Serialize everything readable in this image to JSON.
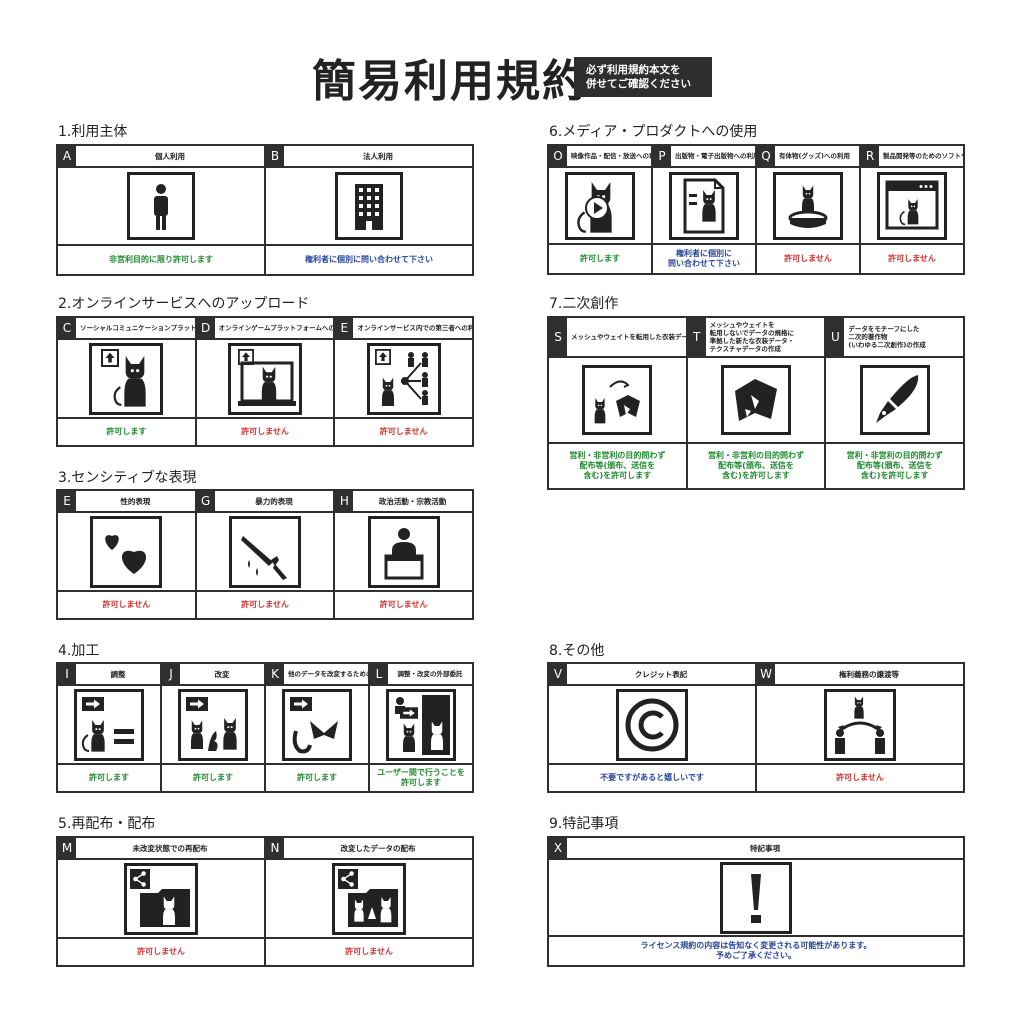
{
  "header": {
    "title": "簡易利用規約",
    "note_line1": "必ず利用規約本文を",
    "note_line2": "併せてご確認ください"
  },
  "colors": {
    "allowed": "#1e8a2e",
    "denied": "#d42f2f",
    "info": "#27459a",
    "frame": "#2f2f2f"
  },
  "sections": {
    "s1": {
      "title": "1.利用主体",
      "items": [
        {
          "letter": "A",
          "title": "個人利用",
          "icon": "person-icon",
          "status": "非営利目的に限り許可します"
        },
        {
          "letter": "B",
          "title": "法人利用",
          "icon": "building-icon",
          "status": "権利者に個別に問い合わせて下さい"
        }
      ]
    },
    "s2": {
      "title": "2.オンラインサービスへのアップロード",
      "items": [
        {
          "letter": "C",
          "title_l1": "ソーシャルコミュニケーション",
          "title_l2": "プラットフォームへのアップロード",
          "icon": "upload-cat-icon",
          "status": "許可します"
        },
        {
          "letter": "D",
          "title_l1": "オンラインゲームプラット",
          "title_l2": "フォームへのアップロード",
          "icon": "game-upload-icon",
          "status": "許可しません"
        },
        {
          "letter": "E",
          "title_l1": "オンラインサービス内での",
          "title_l2": "第三者への利用の許諾",
          "icon": "share-users-icon",
          "status": "許可しません"
        }
      ]
    },
    "s3": {
      "title": "3.センシティブな表現",
      "items": [
        {
          "letter": "E",
          "title": "性的表現",
          "icon": "hearts-icon",
          "status": "許可しません"
        },
        {
          "letter": "G",
          "title": "暴力的表現",
          "icon": "knife-icon",
          "status": "許可しません"
        },
        {
          "letter": "H",
          "title": "政治活動・宗教活動",
          "icon": "podium-icon",
          "status": "許可しません"
        }
      ]
    },
    "s4": {
      "title": "4.加工",
      "items": [
        {
          "letter": "I",
          "title": "調整",
          "icon": "adjust-icon",
          "status": "許可します"
        },
        {
          "letter": "J",
          "title": "改変",
          "icon": "modify-icon",
          "status": "許可します"
        },
        {
          "letter": "K",
          "title_l1": "他のデータを",
          "title_l2": "改変するための利用",
          "icon": "convert-icon",
          "status": "許可します"
        },
        {
          "letter": "L",
          "title": "調整・改変の外部委託",
          "icon": "outsource-icon",
          "status_l1": "ユーザー間で行うことを",
          "status_l2": "許可します"
        }
      ]
    },
    "s5": {
      "title": "5.再配布・配布",
      "items": [
        {
          "letter": "M",
          "title": "未改変状態での再配布",
          "icon": "redistribute-icon",
          "status": "許可しません"
        },
        {
          "letter": "N",
          "title": "改変したデータの配布",
          "icon": "distribute-modified-icon",
          "status": "許可しません"
        }
      ]
    },
    "s6": {
      "title": "6.メディア・プロダクトへの使用",
      "items": [
        {
          "letter": "O",
          "title_l1": "映像作品・",
          "title_l2": "配信・放送への利用",
          "icon": "video-icon",
          "status": "許可します"
        },
        {
          "letter": "P",
          "title_l1": "出版物・",
          "title_l2": "電子出版物への利用",
          "icon": "publication-icon",
          "status_l1": "権利者に個別に",
          "status_l2": "問い合わせて下さい"
        },
        {
          "letter": "Q",
          "title_l1": "有体物(グッズ)への",
          "title_l2": "利用",
          "icon": "figure-icon",
          "status": "許可しません"
        },
        {
          "letter": "R",
          "title_l1": "製品開発等のための",
          "title_l2": "ソフトウェアへの組込み",
          "icon": "software-icon",
          "status": "許可しません"
        }
      ]
    },
    "s7": {
      "title": "7.二次創作",
      "items": [
        {
          "letter": "S",
          "title_l1": "メッシュやウェイトを",
          "title_l2": "転用した衣装データの作成",
          "icon": "clothing-transfer-icon",
          "status_l1": "営利・非営利の目的問わず",
          "status_l2": "配布等(頒布、送信を",
          "status_l3": "含む)を許可します"
        },
        {
          "letter": "T",
          "title_l1": "メッシュやウェイトを",
          "title_l2": "転用しないでデータの規格に",
          "title_l3": "準拠した新たな衣装データ・",
          "title_l4": "テクスチャデータの作成",
          "icon": "clothing-icon",
          "status_l1": "営利・非営利の目的問わず",
          "status_l2": "配布等(頒布、送信を",
          "status_l3": "含む)を許可します"
        },
        {
          "letter": "U",
          "title_l1": "データをモチーフにした",
          "title_l2": "二次的著作物",
          "title_l3": "(いわゆる二次創作)の作成",
          "icon": "pen-icon",
          "status_l1": "営利・非営利の目的問わず",
          "status_l2": "配布等(頒布、送信を",
          "status_l3": "含む)を許可します"
        }
      ]
    },
    "s8": {
      "title": "8.その他",
      "items": [
        {
          "letter": "V",
          "title": "クレジット表記",
          "icon": "copyright-icon",
          "status": "不要ですがあると嬉しいです"
        },
        {
          "letter": "W",
          "title": "権利義務の譲渡等",
          "icon": "transfer-rights-icon",
          "status": "許可しません"
        }
      ]
    },
    "s9": {
      "title": "9.特記事項",
      "items": [
        {
          "letter": "X",
          "title": "特記事項",
          "icon": "exclamation-icon",
          "status_l1": "ライセンス規約の内容は告知なく変更される可能性があります。",
          "status_l2": "予めご了承ください。"
        }
      ]
    }
  }
}
